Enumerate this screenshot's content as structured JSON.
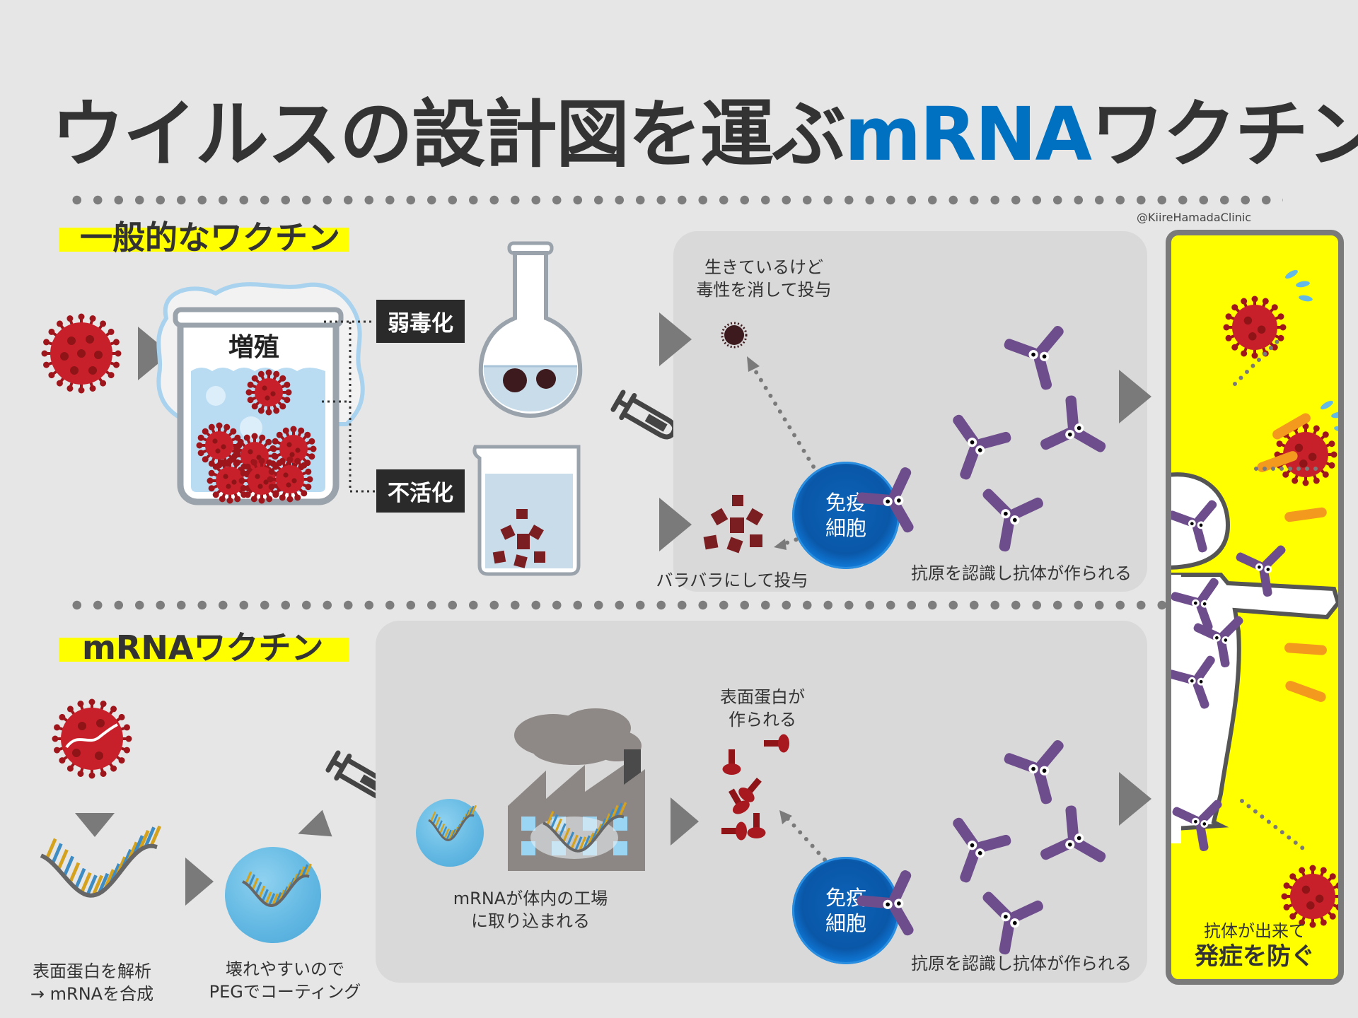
{
  "title": {
    "prefix": "ウイルスの設計図を運ぶ",
    "accent": "mRNA",
    "suffix": "ワクチン",
    "accent_color": "#0070c0"
  },
  "credit": "@KiireHamadaClinic",
  "colors": {
    "background": "#e6e6e6",
    "highlight": "#ffff00",
    "panel": "#d9d9d9",
    "arrow": "#7a7a7a",
    "virus": "#c8202a",
    "antibody": "#6e4d8c",
    "immune_cell": "#0a5fb4"
  },
  "conventional": {
    "label": "一般的なワクチン",
    "beaker_label": "増殖",
    "methods": [
      {
        "label": "弱毒化",
        "result": "生きているけど\n毒性を消して投与"
      },
      {
        "label": "不活化",
        "result": "バラバラにして投与"
      }
    ],
    "immune_cell": "免疫\n細胞",
    "antibody_caption": "抗原を認識し抗体が作られる",
    "icons": [
      "virus-icon",
      "beaker-icon",
      "flask-icon",
      "syringe-icon",
      "immune-cell-icon",
      "antibody-icon"
    ]
  },
  "mrna": {
    "label": "mRNAワクチン",
    "step1_caption": "表面蛋白を解析\n→ mRNAを合成",
    "step2_caption": "壊れやすいので\nPEGでコーティング",
    "factory_caption": "mRNAが体内の工場\nに取り込まれる",
    "protein_caption": "表面蛋白が\n作られる",
    "immune_cell": "免疫\n細胞",
    "antibody_caption": "抗原を認識し抗体が作られる"
  },
  "result": {
    "line1": "抗体が出来て",
    "line2": "発症を防ぐ"
  }
}
